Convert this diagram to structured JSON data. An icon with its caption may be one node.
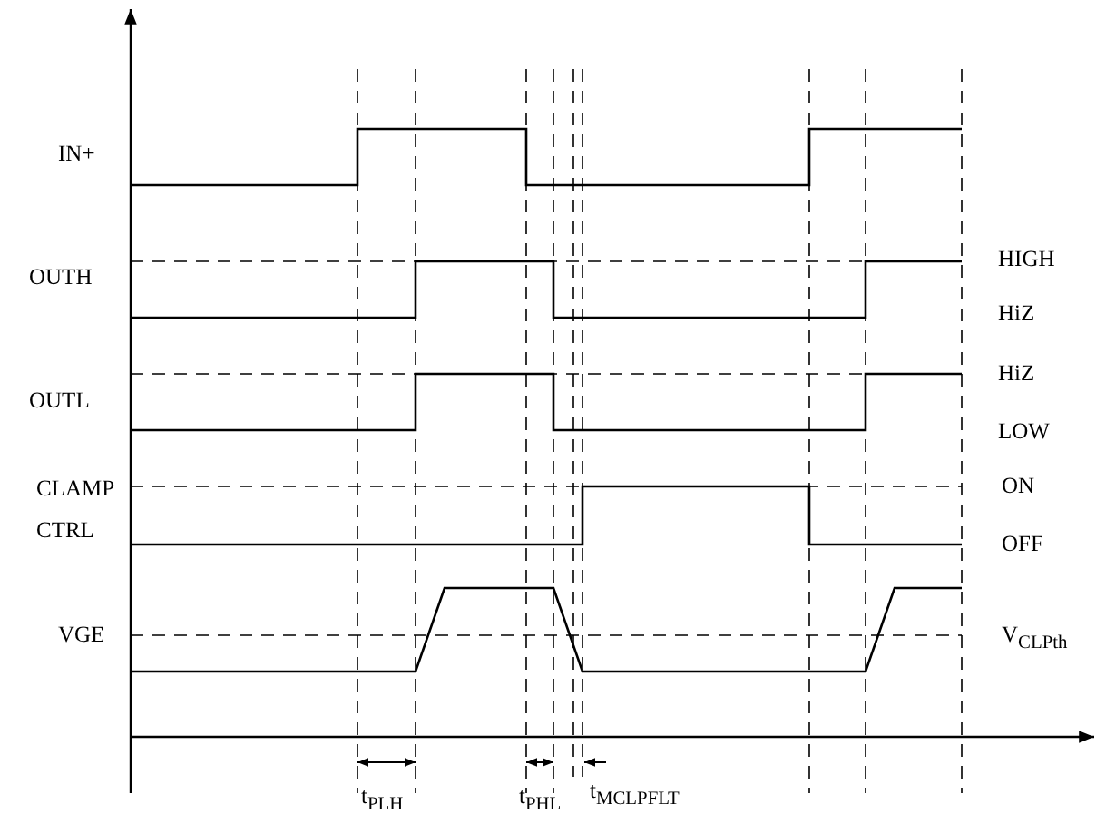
{
  "diagram": {
    "labels": [
      "IN+",
      "OUTH",
      "OUTL",
      "CLAMP CTRL",
      "VGE",
      "HIGH",
      "HiZ",
      "HiZ",
      "LOW",
      "ON",
      "OFF",
      "V$_{CLPth}$",
      "t$_{PLH}$",
      "t$_{PHL}$",
      "t$_{MCLPFLT}$"
    ]
  }
}
